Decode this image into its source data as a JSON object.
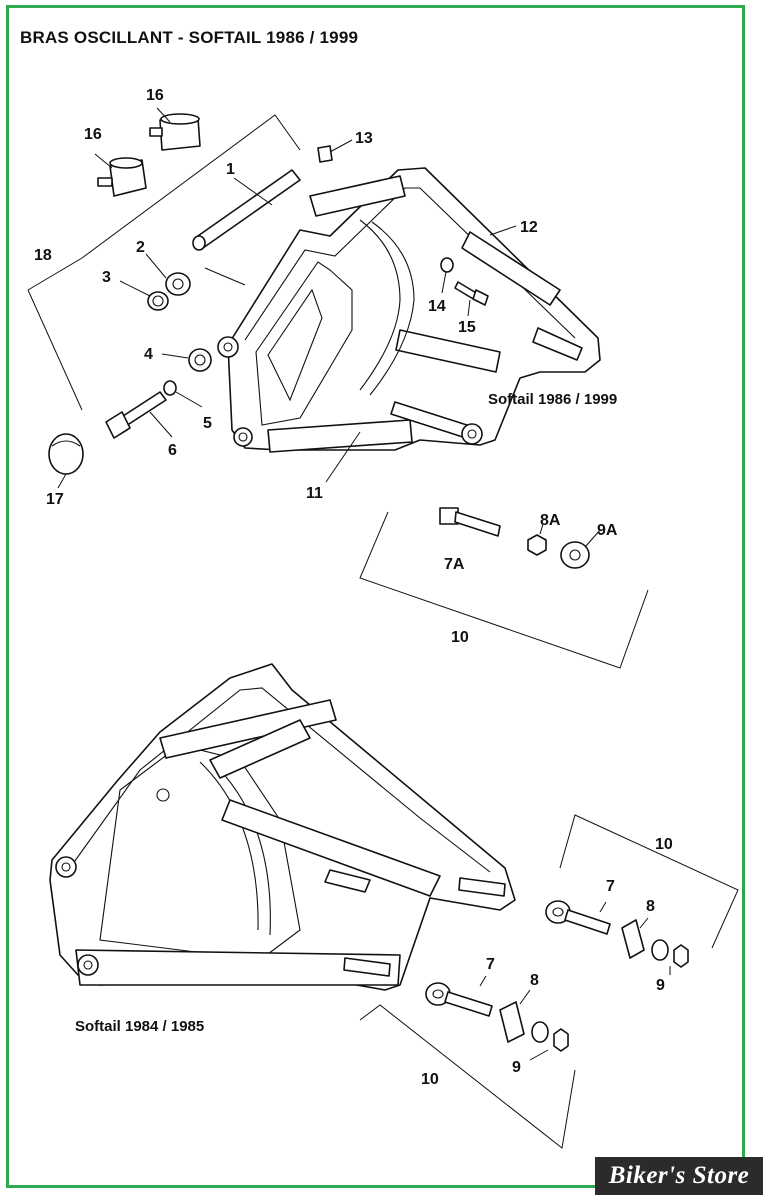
{
  "title": "BRAS OSCILLANT - SOFTAIL 1986 / 1999",
  "captions": {
    "softail_1986_1999": "Softail 1986 / 1999",
    "softail_1984_1985": "Softail 1984 / 1985"
  },
  "labels": {
    "l1": "1",
    "l2": "2",
    "l3": "3",
    "l4": "4",
    "l5": "5",
    "l6": "6",
    "l11": "11",
    "l12": "12",
    "l13": "13",
    "l14": "14",
    "l15": "15",
    "l16a": "16",
    "l16b": "16",
    "l17": "17",
    "l18": "18",
    "l7a": "7A",
    "l8a": "8A",
    "l9a": "9A",
    "l10a": "10",
    "l10b": "10",
    "l7b": "7",
    "l8b": "8",
    "l9b": "9",
    "l7c": "7",
    "l8c": "8",
    "l9c": "9",
    "l10c": "10"
  },
  "brand": "Biker's Store",
  "colors": {
    "frame": "#2fa84f",
    "ink": "#111111",
    "brand_bg": "#2b2b2b"
  }
}
